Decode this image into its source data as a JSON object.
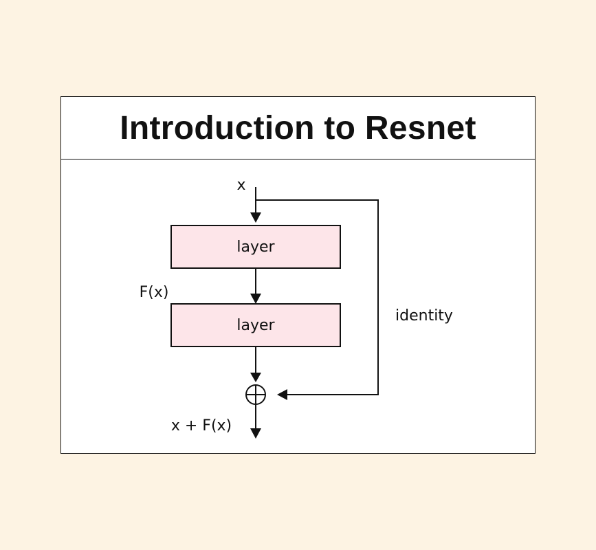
{
  "title": "Introduction to Resnet",
  "diagram": {
    "input_label": "x",
    "layers": [
      {
        "label": "layer"
      },
      {
        "label": "layer"
      }
    ],
    "intermediate_label": "F(x)",
    "skip_label": "identity",
    "output_label": "x + F(x)",
    "add_symbol": "plus-circle",
    "colors": {
      "background": "#fdf3e3",
      "layer_fill": "#fde5e9",
      "stroke": "#111111"
    }
  }
}
